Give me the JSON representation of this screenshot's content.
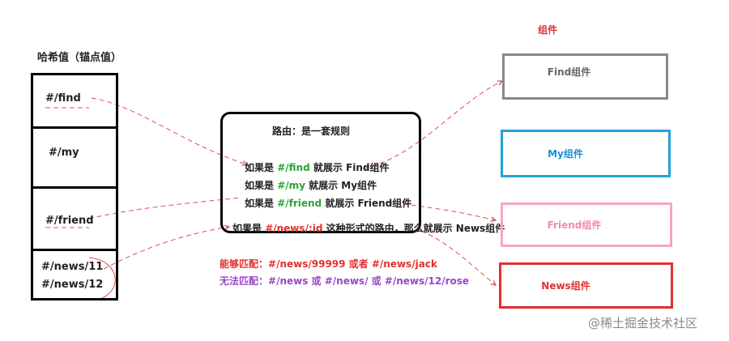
{
  "hash_column": {
    "title": "哈希值（锚点值）",
    "cells": [
      "#/find",
      "#/my",
      "#/friend",
      "#/news/11",
      "#/news/12"
    ]
  },
  "rules": {
    "title": "路由：是一套规则",
    "lines": [
      {
        "prefix": "如果是 ",
        "route": "#/find",
        "suffix": " 就展示 Find组件"
      },
      {
        "prefix": "如果是 ",
        "route": "#/my",
        "suffix": " 就展示 My组件"
      },
      {
        "prefix": "如果是 ",
        "route": "#/friend",
        "suffix": " 就展示 Friend组件"
      },
      {
        "prefix": "如果是 ",
        "route": "#/news/:id",
        "suffix": " 这种形式的路由，那么就展示 News组件"
      }
    ]
  },
  "match": {
    "can_label": "能够匹配：",
    "can_values": "#/news/99999 或者 #/news/jack",
    "cannot_label": "无法匹配：",
    "cannot_values": "#/news 或 #/news/ 或 #/news/12/rose"
  },
  "components": {
    "heading": "组件",
    "items": [
      {
        "label": "Find组件",
        "border_color": "#888888",
        "text_color": "#666666"
      },
      {
        "label": "My组件",
        "border_color": "#22a3d9",
        "text_color": "#1a8fd0"
      },
      {
        "label": "Friend组件",
        "border_color": "#f5a8bd",
        "text_color": "#f08aa8"
      },
      {
        "label": "News组件",
        "border_color": "#e03030",
        "text_color": "#e03030"
      }
    ]
  },
  "colors": {
    "route_green": "#2aa33a",
    "red": "#e03030",
    "purple": "#9b44c9",
    "arrow_red": "#e05050"
  },
  "watermark": "@稀土掘金技术社区"
}
